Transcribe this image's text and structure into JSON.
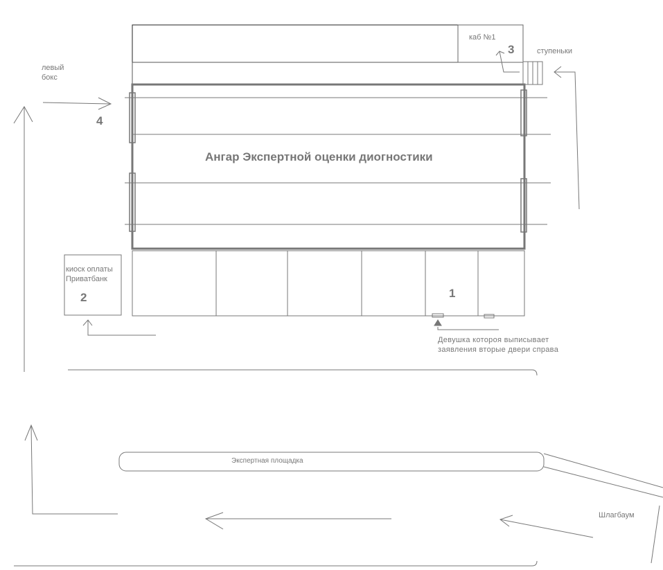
{
  "labels": {
    "hangar": "Ангар Экспертной оценки диогностики",
    "office": "каб №1",
    "stairs": "ступеньки",
    "left_box_line1": "левый",
    "left_box_line2": "бокс",
    "kiosk_line1": "киоск оплаты",
    "kiosk_line2": "Приватбанк",
    "girl_line1": "Девушка котороя выписывает",
    "girl_line2": "заявления вторые двери справа",
    "expert_area": "Экспертная площадка",
    "barrier": "Шлагбаум"
  },
  "markers": {
    "m1": "1",
    "m2": "2",
    "m3": "3",
    "m4": "4"
  },
  "colors": {
    "line": "#777777",
    "dark": "#222222"
  }
}
